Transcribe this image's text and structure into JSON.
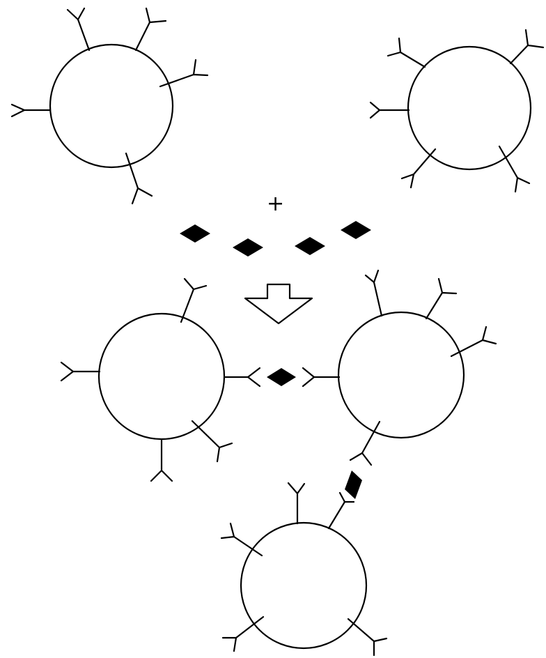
{
  "operator_symbol": "+",
  "colors": {
    "stroke": "#000000",
    "fill": "#000000",
    "background": "#ffffff"
  },
  "cells_before": [
    {
      "name": "cell-top-left",
      "receptor_count": 5
    },
    {
      "name": "cell-top-right",
      "receptor_count": 5
    }
  ],
  "free_antigens": {
    "count": 4
  },
  "reaction_arrow": {
    "icon": "hollow-down-arrow-icon"
  },
  "cells_after": [
    {
      "name": "cell-middle-left",
      "receptor_count": 5
    },
    {
      "name": "cell-middle-right",
      "receptor_count": 5
    },
    {
      "name": "cell-bottom",
      "receptor_count": 5
    }
  ],
  "bound_antigens": {
    "count": 2
  }
}
